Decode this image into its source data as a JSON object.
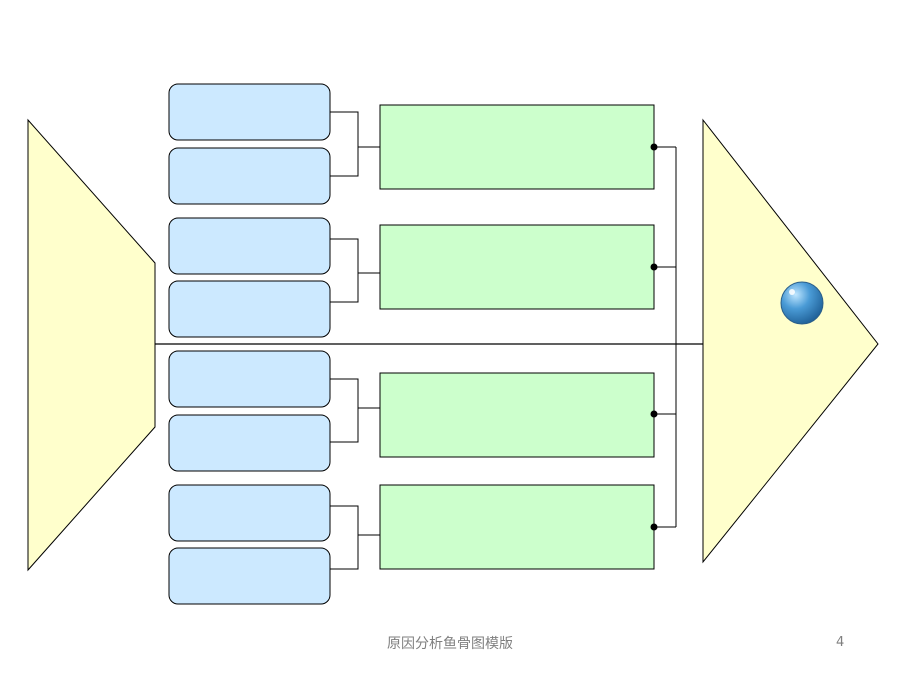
{
  "slide": {
    "footer_title": "原因分析鱼骨图模版",
    "page_number": "4"
  },
  "colors": {
    "background": "#ffffff",
    "fish_body_fill": "#ffffcc",
    "cause_box_fill": "#ccffcc",
    "sub_cause_box_fill": "#cce9ff",
    "line": "#000000",
    "eye_fill": "#3d8fcf"
  },
  "diagram": {
    "main_bones": 4,
    "sub_causes_per_bone": 2,
    "cause_labels": [
      "",
      "",
      "",
      ""
    ],
    "sub_cause_labels": [
      "",
      "",
      "",
      "",
      "",
      "",
      "",
      ""
    ],
    "effect_label": "",
    "tail_label": ""
  }
}
